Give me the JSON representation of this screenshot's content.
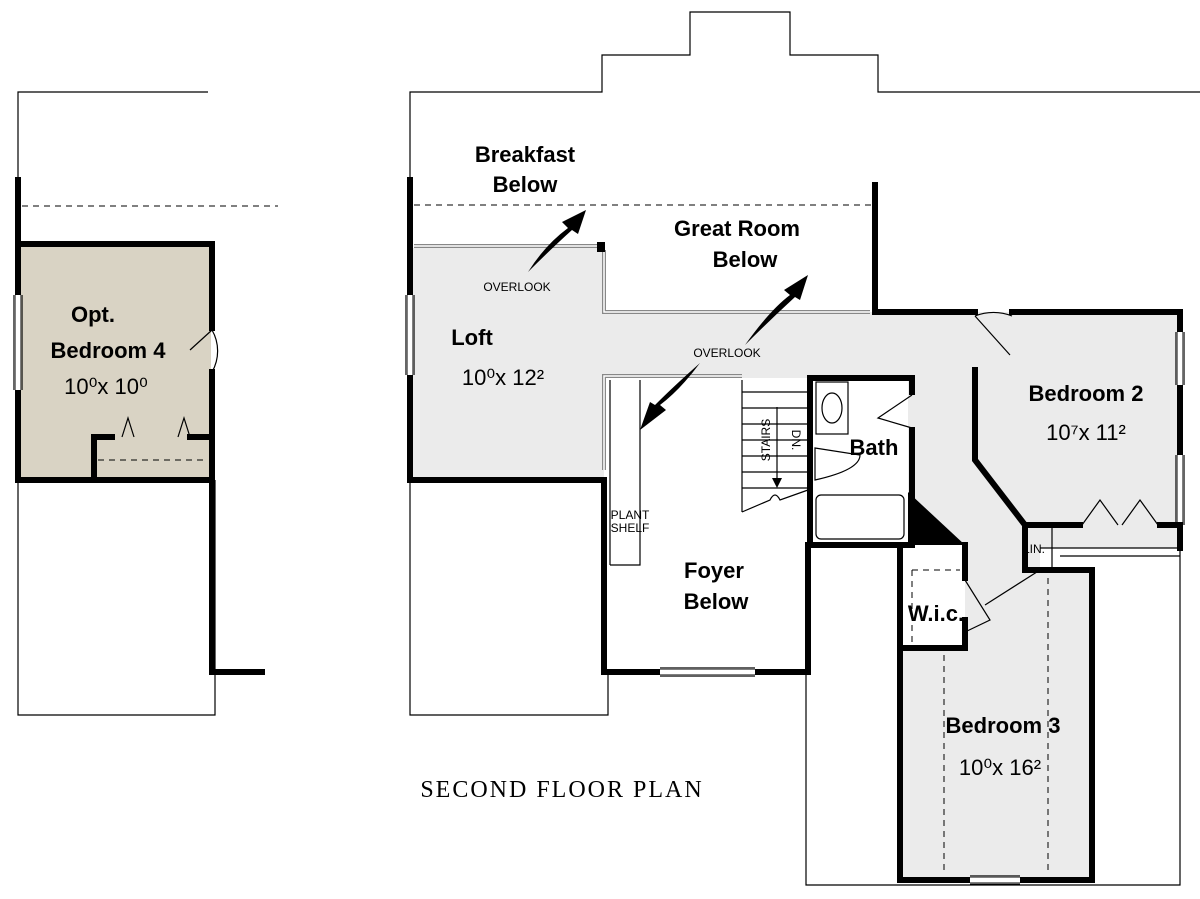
{
  "title": "SECOND FLOOR PLAN",
  "colors": {
    "optional_room": "#d9d3c4",
    "room_fill": "#ebebeb",
    "wall": "#000000"
  },
  "rooms": {
    "opt_bedroom4": {
      "line1": "Opt.",
      "line2": "Bedroom 4",
      "dim": "10⁰x 10⁰"
    },
    "breakfast": {
      "line1": "Breakfast",
      "line2": "Below"
    },
    "great_room": {
      "line1": "Great Room",
      "line2": "Below"
    },
    "loft": {
      "name": "Loft",
      "dim": "10⁰x 12²"
    },
    "bedroom2": {
      "name": "Bedroom 2",
      "dim": "10⁷x 11²"
    },
    "bath": {
      "name": "Bath"
    },
    "foyer": {
      "line1": "Foyer",
      "line2": "Below"
    },
    "wic": {
      "name": "W.i.c."
    },
    "linen": {
      "name": "LIN."
    },
    "bedroom3": {
      "name": "Bedroom 3",
      "dim": "10⁰x 16²"
    }
  },
  "notes": {
    "overlook1": "OVERLOOK",
    "overlook2": "OVERLOOK",
    "stairs": "STAIRS",
    "down": "DN.",
    "plant1": "PLANT",
    "plant2": "SHELF"
  }
}
